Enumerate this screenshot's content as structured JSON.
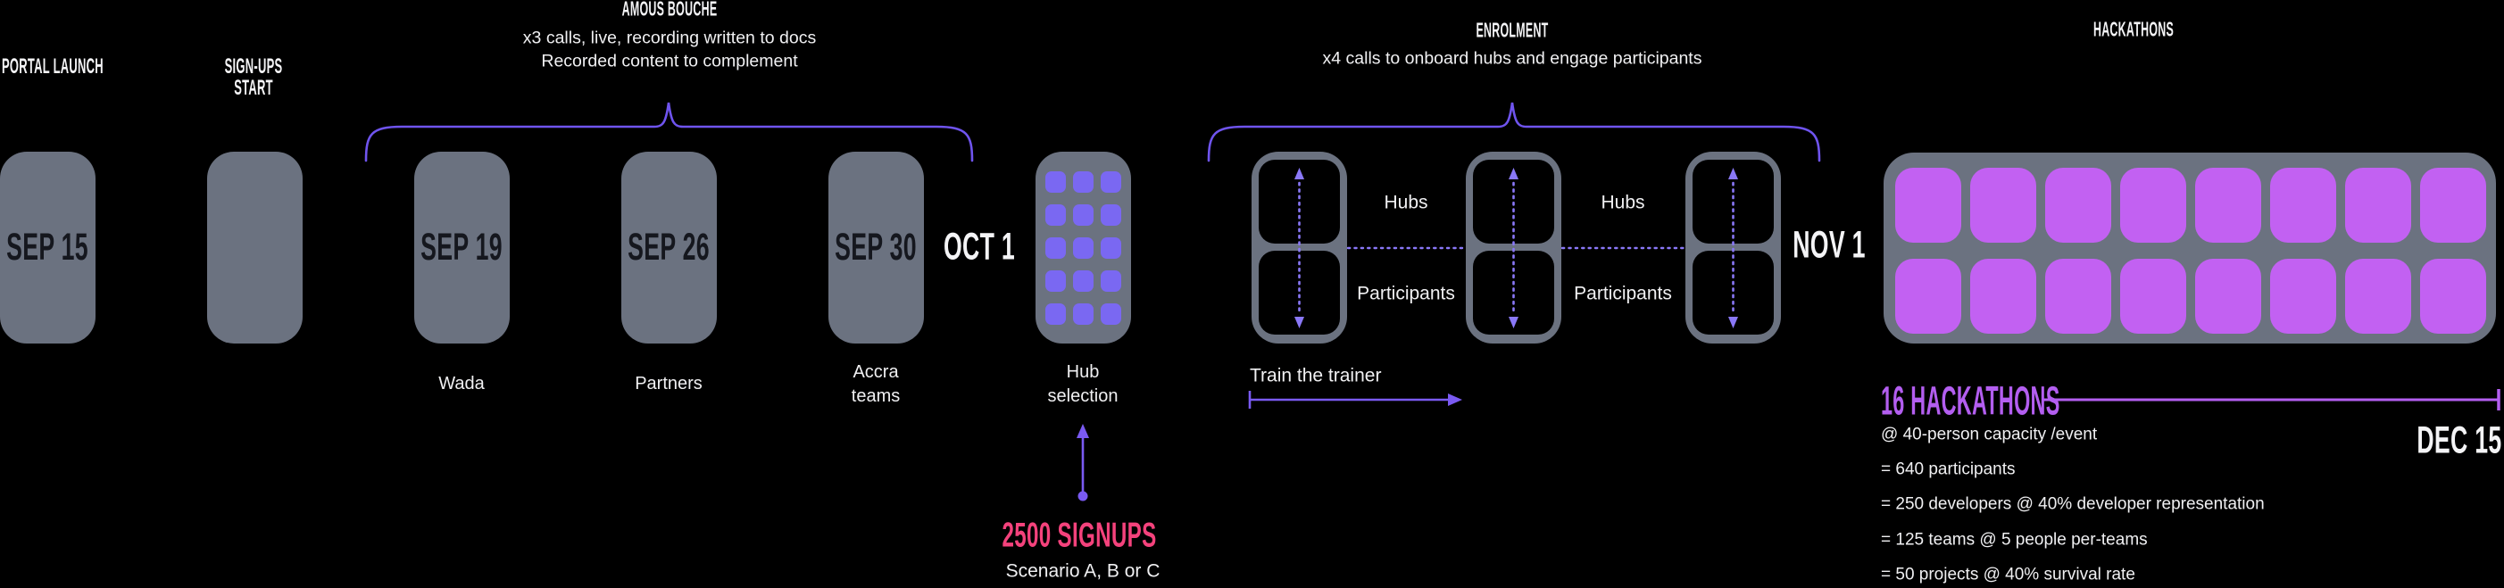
{
  "colors": {
    "background": "#000000",
    "pill_gray": "#6b7280",
    "date_text": "#15171e",
    "white_text": "#f4f4f6",
    "brace_purple": "#6f54ee",
    "dotted_purple": "#8a78f8",
    "arrow_purple": "#7a5af2",
    "hub_square_purple": "#7a68f2",
    "hackathon_tile_purple": "#c261f2",
    "hackathon_accent": "#b35ef0",
    "signups_pink": "#f4427c"
  },
  "milestones": {
    "portal_launch_title": "PORTAL LAUNCH",
    "portal_launch_date": "SEP 15",
    "signups_title_line1": "SIGN-UPS",
    "signups_title_line2": "START",
    "oct1": "OCT 1",
    "nov1": "NOV 1",
    "dec15": "DEC 15"
  },
  "amuse_bouche": {
    "title": "AMOUS BOUCHE",
    "subtitle_line1": "x3 calls, live, recording written to docs",
    "subtitle_line2": "Recorded content to complement",
    "call1_date": "SEP 19",
    "call1_label": "Wada",
    "call2_date": "SEP 26",
    "call2_label": "Partners",
    "call3_date": "SEP 30",
    "call3_label_line1": "Accra",
    "call3_label_line2": "teams"
  },
  "hub_selection": {
    "label_line1": "Hub",
    "label_line2": "selection",
    "grid_rows": 5,
    "grid_cols": 3,
    "signups_value": "2500 SIGNUPS",
    "signups_scenario": "Scenario A, B or C"
  },
  "enrolment": {
    "title": "ENROLMENT",
    "subtitle": "x4 calls to onboard hubs and engage participants",
    "hubs_label": "Hubs",
    "participants_label": "Participants",
    "train_the_trainer": "Train the trainer"
  },
  "hackathons": {
    "title": "HACKATHONS",
    "tile_rows": 2,
    "tile_cols": 8,
    "headline": "16 HACKATHONS",
    "end_date": "DEC 15",
    "stats": [
      "@ 40-person capacity /event",
      "= 640 participants",
      "= 250 developers @ 40% developer representation",
      "= 125 teams @ 5 people per-teams",
      "= 50 projects @ 40% survival rate"
    ]
  }
}
